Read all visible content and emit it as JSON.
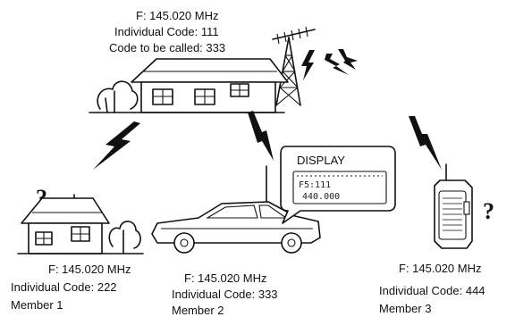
{
  "base": {
    "frequency": "F: 145.020 MHz",
    "individual_code": "Individual Code: 111",
    "code_to_call": "Code to be called: 333"
  },
  "display": {
    "title": "DISPLAY",
    "line1": "F5:111",
    "line2": "440.000"
  },
  "members": [
    {
      "frequency": "F: 145.020 MHz",
      "individual_code": "Individual Code: 222",
      "name": "Member 1"
    },
    {
      "frequency": "F: 145.020 MHz",
      "individual_code": "Individual Code: 333",
      "name": "Member 2"
    },
    {
      "frequency": "F: 145.020 MHz",
      "individual_code": "Individual Code: 444",
      "name": "Member 3"
    }
  ],
  "question_marks": [
    "?",
    "?"
  ],
  "icons": [
    "base-house-icon",
    "antenna-tower-icon",
    "lightning-bolt-icon",
    "member-house-icon",
    "car-icon",
    "handheld-radio-icon",
    "tree-icon"
  ]
}
